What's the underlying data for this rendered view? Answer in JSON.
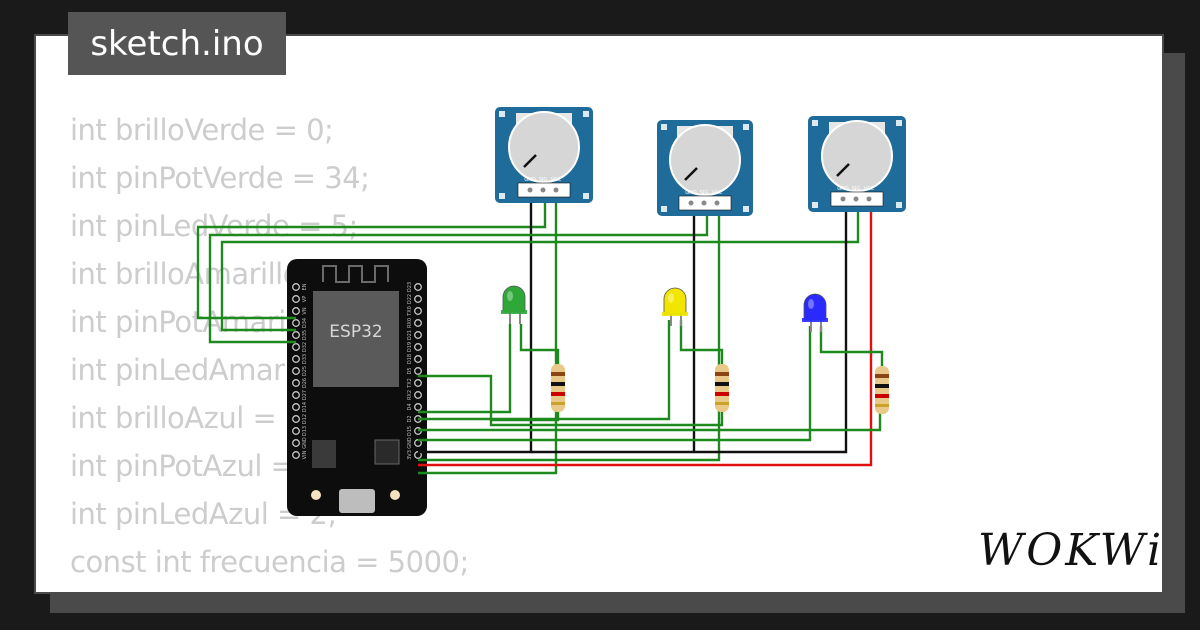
{
  "tab": {
    "label": "sketch.ino"
  },
  "code_lines": [
    "int brilloVerde = 0;",
    "int pinPotVerde = 34;",
    "int pinLedVerde = 5;",
    "int brilloAmarillo = 0;",
    "int pinPotAmarillo = 35;",
    "int pinLedAmarillo = 18;",
    "int brilloAzul = 0;",
    "int pinPotAzul = 32;",
    "int pinLedAzul = 2;",
    "",
    "const int frecuencia = 5000;"
  ],
  "board": {
    "chip_label": "ESP32",
    "pins_left": [
      "EN",
      "VP",
      "VN",
      "D34",
      "D35",
      "D32",
      "D33",
      "D25",
      "D26",
      "D27",
      "D14",
      "D12",
      "D13",
      "GND",
      "VIN"
    ],
    "pins_right": [
      "D23",
      "D22",
      "TX0",
      "RX0",
      "D21",
      "D19",
      "D18",
      "D5",
      "TX2",
      "RX2",
      "D4",
      "D2",
      "D15",
      "GND",
      "3V3"
    ]
  },
  "potentiometers": [
    {
      "id": "pot-green",
      "pins": [
        "GND",
        "SIG",
        "VCC"
      ]
    },
    {
      "id": "pot-yellow",
      "pins": [
        "GND",
        "SIG",
        "VCC"
      ]
    },
    {
      "id": "pot-blue",
      "pins": [
        "GND",
        "SIG",
        "VCC"
      ]
    }
  ],
  "leds": [
    {
      "id": "led-green",
      "color": "#2fa83a"
    },
    {
      "id": "led-yellow",
      "color": "#f2e600"
    },
    {
      "id": "led-blue",
      "color": "#2a2aff"
    }
  ],
  "colors": {
    "wire_green": "#1e8a1e",
    "wire_black": "#111111",
    "wire_red": "#e01010",
    "pot_blue": "#1f6b99"
  },
  "logo": {
    "text": "WOKWi"
  }
}
